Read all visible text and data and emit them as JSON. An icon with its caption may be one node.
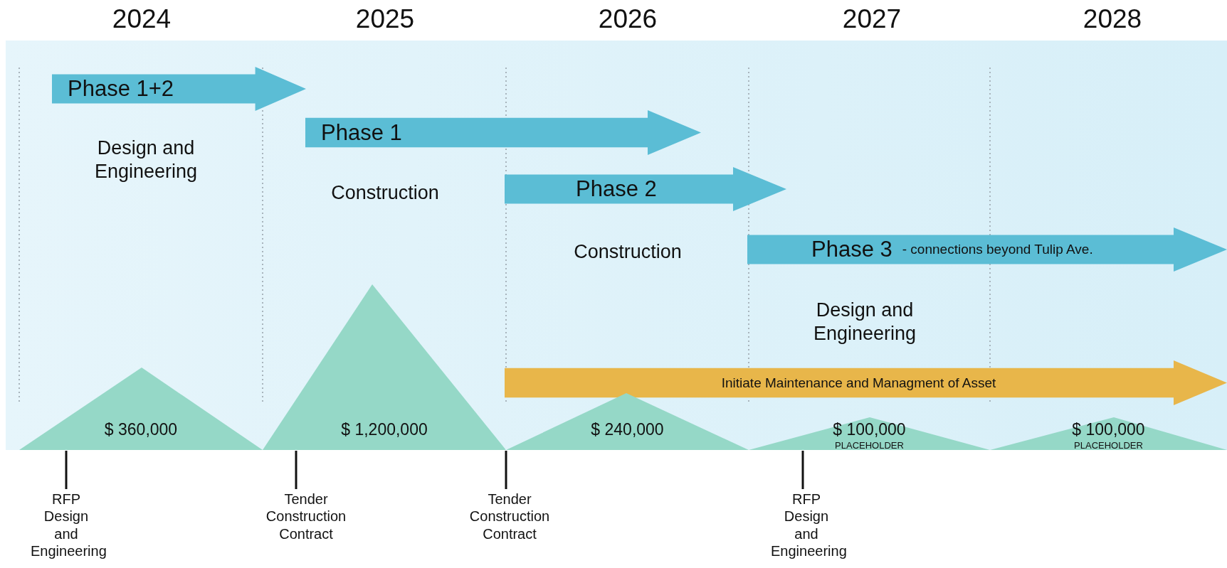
{
  "diagram": {
    "nodes": [
      {
        "text": [
          "Phase 1+2"
        ]
      },
      {
        "text": [
          "Phase 1"
        ]
      },
      {
        "text": [
          "Phase 2"
        ]
      },
      {
        "text": [
          "Phase 3",
          "- connections beyond Tulip Ave."
        ]
      },
      {
        "text": [
          "Initiate Maintenance and Managment of Asset"
        ]
      },
      {
        "text": [
          "$ 360,000"
        ]
      },
      {
        "text": [
          "$ 1,200,000"
        ]
      },
      {
        "text": [
          "$ 240,000"
        ]
      },
      {
        "text": [
          "$ 100,000",
          "PLACEHOLDER"
        ]
      },
      {
        "text": [
          "$ 100,000",
          "PLACEHOLDER"
        ]
      },
      {
        "text": [
          "RFP Design and Engineering"
        ]
      },
      {
        "text": [
          "Tender Construction Contract"
        ]
      },
      {
        "text": [
          "Tender Construction Contract"
        ]
      },
      {
        "text": [
          "RFP Design and Engineering"
        ]
      }
    ],
    "edges": [
      {
        "from": 10,
        "to": 5,
        "arrow": "none"
      },
      {
        "from": 11,
        "to": 6,
        "arrow": "none"
      },
      {
        "from": 12,
        "to": 7,
        "arrow": "none"
      },
      {
        "from": 13,
        "to": 8,
        "arrow": "none"
      }
    ],
    "labels": [
      "2024",
      "2025",
      "2026",
      "2027",
      "2028",
      "Design and Engineering",
      "Construction",
      "Construction",
      "Design and Engineering"
    ]
  }
}
